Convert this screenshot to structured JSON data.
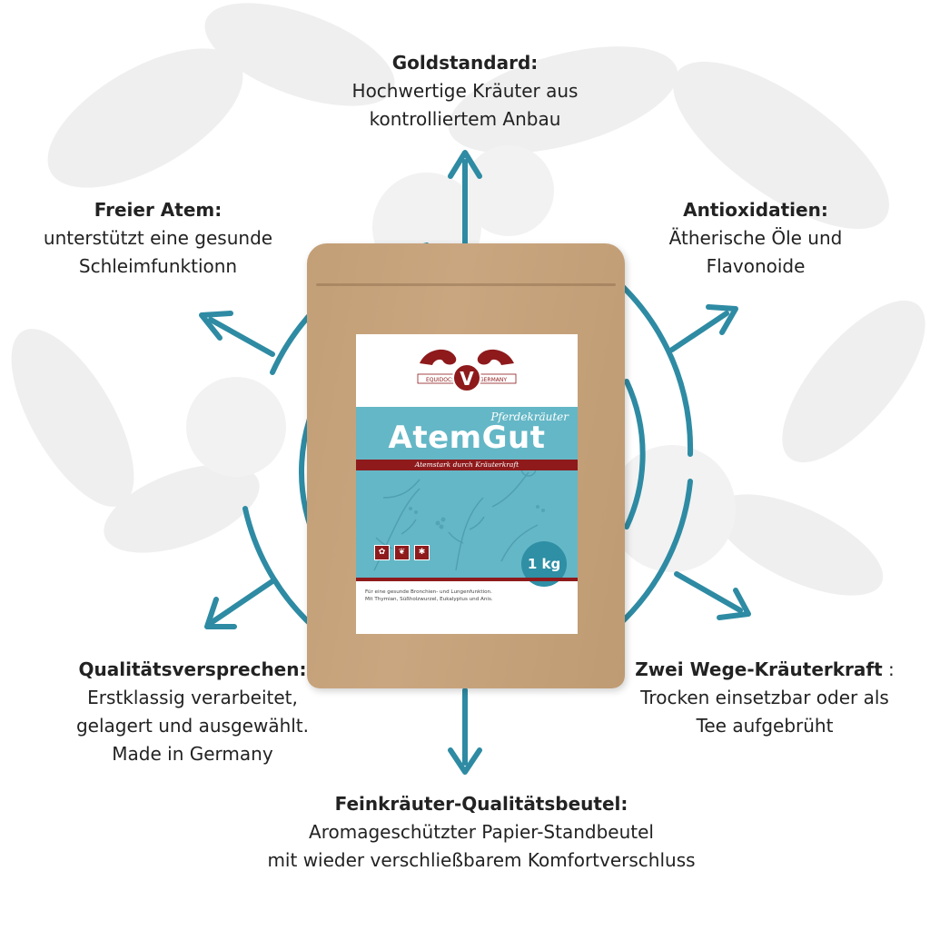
{
  "colors": {
    "arrow": "#2e8ba3",
    "label_blue": "#64b7c6",
    "brand_red": "#8e1a1c",
    "kraft": "#c8a47e"
  },
  "features": {
    "gold": {
      "title": "Goldstandard:",
      "lines": [
        "Hochwertige Kräuter aus",
        "kontrolliertem Anbau"
      ]
    },
    "atem": {
      "title": "Freier Atem:",
      "lines": [
        "unterstützt eine gesunde",
        "Schleimfunktionn"
      ]
    },
    "anti": {
      "title": "Antioxidatien:",
      "lines": [
        "Ätherische Öle und",
        "Flavonoide"
      ]
    },
    "qual": {
      "title": "Qualitätsversprechen:",
      "lines": [
        "Erstklassig verarbeitet,",
        "gelagert und ausgewählt.",
        "Made in Germany"
      ]
    },
    "zwei": {
      "title": "Zwei Wege-Kräuterkraft",
      "suffix": " :",
      "lines": [
        "Trocken einsetzbar oder als",
        "Tee aufgebrüht"
      ]
    },
    "fein": {
      "title": "Feinkräuter-Qualitätsbeutel:",
      "lines": [
        "Aromageschützter Papier-Standbeutel",
        "mit wieder verschließbarem Komfortverschluss"
      ]
    }
  },
  "product": {
    "logo_left": "EQUIDOCS",
    "logo_letter": "V",
    "logo_right": "GERMANY",
    "subname": "Pferdekräuter",
    "name": "AtemGut",
    "tagline": "Atemstark durch Kräuterkraft",
    "weight": "1 kg",
    "description": [
      "Für eine gesunde Bronchien- und Lungenfunktion.",
      "Mit Thymian, Süßholzwurzel, Eukalyptus und Anis."
    ]
  }
}
